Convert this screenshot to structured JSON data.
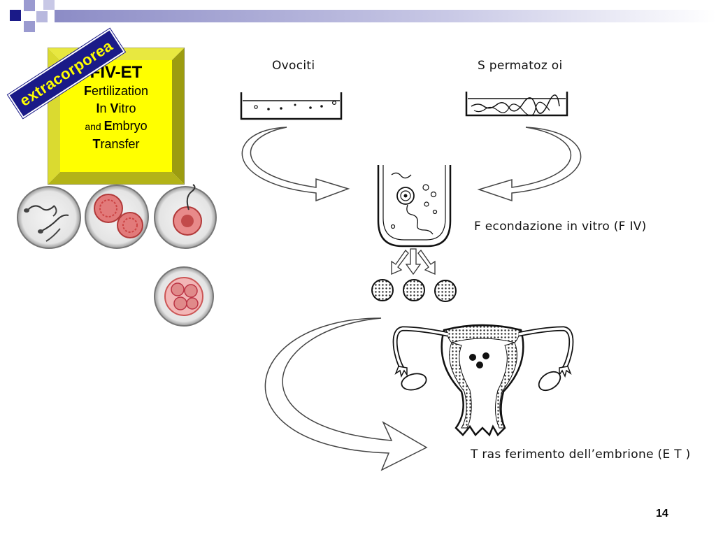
{
  "stamp": {
    "text": "extracorporea"
  },
  "acronym_box": {
    "title": "FIV-ET",
    "line1_initial": "F",
    "line1_rest": "ertilization",
    "line2_initial1": "I",
    "line2_mid": "n ",
    "line2_initial2": "V",
    "line2_rest": "itro",
    "line3_prefix": "and ",
    "line3_initial": "E",
    "line3_rest": "mbryo",
    "line4_initial": "T",
    "line4_rest": "ransfer",
    "background": "#ffff00"
  },
  "diagram": {
    "oocytes_label": "Ovociti",
    "sperm_label": "S permatoz oi",
    "fertilization_label": "F econdazione in vitro (F IV)",
    "transfer_label": "T ras ferimento dell’embrione (E T )"
  },
  "footer": {
    "page_number": "14"
  },
  "colors": {
    "accent_blue": "#1a1a88",
    "stamp_text": "#ffff00",
    "cell_pink": "#d9504f"
  }
}
